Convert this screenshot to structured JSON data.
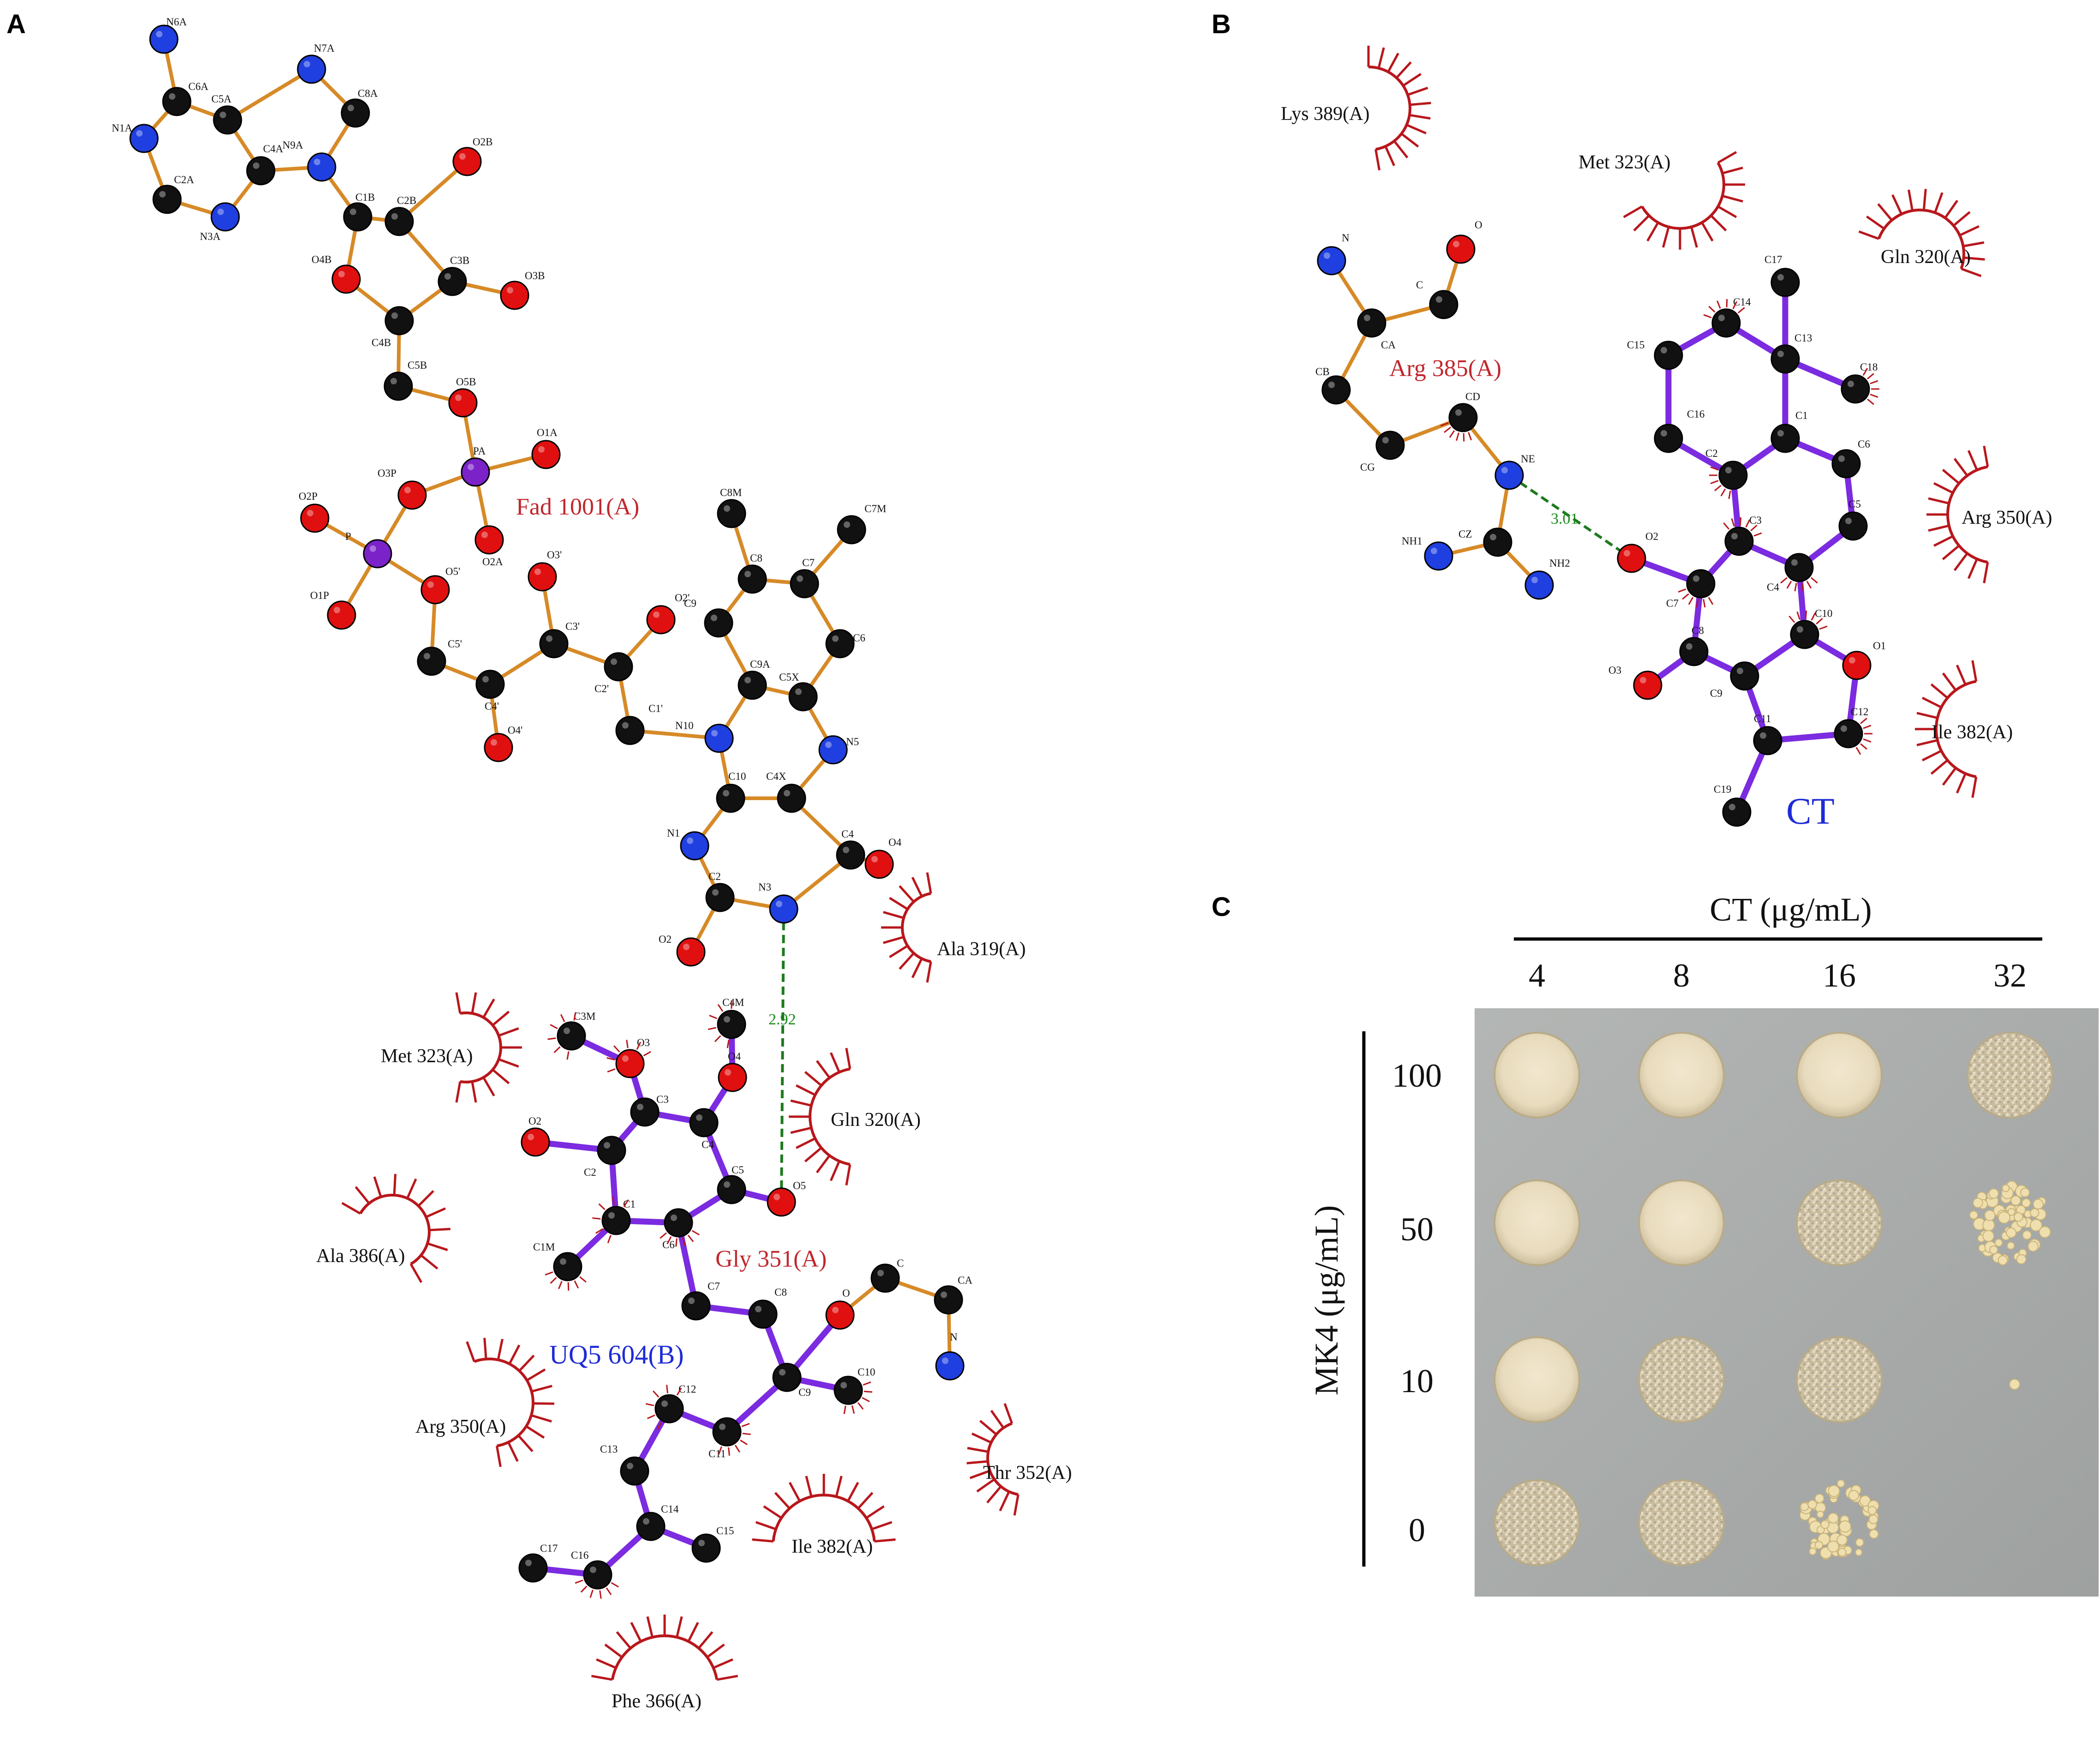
{
  "panels": {
    "a": "A",
    "b": "B",
    "c": "C"
  },
  "colors": {
    "carbon": "#111111",
    "oxygen": "#e01010",
    "nitrogen": "#1f3fe0",
    "phosphorus": "#7b22c9",
    "ligand_bond": "#7b2be0",
    "residue_bond": "#d68a27",
    "hydrophobic_arc": "#b8171c",
    "hbond": "#1f7a1f",
    "plate": "#a9acab"
  },
  "panel_a": {
    "ligand_fad_label": "Fad 1001(A)",
    "ligand_uq_label": "UQ5 604(B)",
    "residue_gly_label": "Gly 351(A)",
    "hbond_distance": "2.92",
    "atoms": {
      "n6a": "N6A",
      "n7a": "N7A",
      "c6a": "C6A",
      "c5a": "C5A",
      "c8a": "C8A",
      "n1a": "N1A",
      "c4a": "C4A",
      "n9a": "N9A",
      "o2b": "O2B",
      "c2a": "C2A",
      "n3a": "N3A",
      "c1b": "C1B",
      "c2b": "C2B",
      "o4b": "O4B",
      "c3b": "C3B",
      "o3b": "O3B",
      "c4b": "C4B",
      "c5b": "C5B",
      "o5b": "O5B",
      "o1a": "O1A",
      "pa": "PA",
      "o3p": "O3P",
      "o2a": "O2A",
      "o2p": "O2P",
      "p": "P",
      "o1p": "O1P",
      "o5p": "O5'",
      "o3pp": "O3'",
      "c5p": "C5'",
      "c3p": "C3'",
      "o2pp": "O2'",
      "c4p": "C4'",
      "c2p": "C2'",
      "o4p": "O4'",
      "c1p": "C1'",
      "c8m": "C8M",
      "c7m": "C7M",
      "c8": "C8",
      "c7": "C7",
      "c9": "C9",
      "c6": "C6",
      "c9a": "C9A",
      "c5x": "C5X",
      "n10": "N10",
      "n5": "N5",
      "c10": "C10",
      "c4x": "C4X",
      "n1": "N1",
      "c4": "C4",
      "o4": "O4",
      "c2": "C2",
      "n3": "N3",
      "o2": "O2",
      "u_c3m": "C3M",
      "u_o3": "O3",
      "u_c4m": "C4M",
      "u_o4": "O4",
      "u_c3": "C3",
      "u_o2": "O2",
      "u_c4": "C4",
      "u_c2": "C2",
      "u_c5": "C5",
      "u_o5": "O5",
      "u_c1": "C1",
      "u_c6": "C6",
      "u_c1m": "C1M",
      "u_c7": "C7",
      "u_c8": "C8",
      "u_c9": "C9",
      "u_c10": "C10",
      "u_c12": "C12",
      "u_c11": "C11",
      "u_c13": "C13",
      "u_c14": "C14",
      "u_c15": "C15",
      "u_c16": "C16",
      "u_c17": "C17",
      "g_o": "O",
      "g_c": "C",
      "g_ca": "CA",
      "g_n": "N"
    },
    "residues": {
      "ala319": "Ala 319(A)",
      "met323": "Met 323(A)",
      "gln320": "Gln 320(A)",
      "ala386": "Ala 386(A)",
      "arg350": "Arg 350(A)",
      "thr352": "Thr 352(A)",
      "ile382": "Ile 382(A)",
      "phe366": "Phe 366(A)"
    }
  },
  "panel_b": {
    "ligand_label": "CT",
    "residue_arg_label": "Arg 385(A)",
    "hbond_distance": "3.01",
    "atoms": {
      "n": "N",
      "o": "O",
      "c": "C",
      "ca": "CA",
      "cb": "CB",
      "cd": "CD",
      "cg": "CG",
      "ne": "NE",
      "cz": "CZ",
      "nh1": "NH1",
      "nh2": "NH2",
      "c17": "C17",
      "c14": "C14",
      "c15": "C15",
      "c13": "C13",
      "c18": "C18",
      "c16": "C16",
      "c1": "C1",
      "c6": "C6",
      "c2": "C2",
      "c3": "C3",
      "c5": "C5",
      "o2": "O2",
      "c4": "C4",
      "c7": "C7",
      "c10": "C10",
      "o1": "O1",
      "c8": "C8",
      "o3": "O3",
      "c9": "C9",
      "c11": "C11",
      "c12": "C12",
      "c19": "C19"
    },
    "residues": {
      "lys389": "Lys 389(A)",
      "met323": "Met 323(A)",
      "gln320": "Gln 320(A)",
      "arg350": "Arg 350(A)",
      "ile382": "Ile 382(A)"
    }
  },
  "panel_c": {
    "column_axis_label": "CT (μg/mL)",
    "row_axis_label": "MK4 (μg/mL)",
    "columns": [
      "4",
      "8",
      "16",
      "32"
    ],
    "rows": [
      "100",
      "50",
      "10",
      "0"
    ]
  }
}
